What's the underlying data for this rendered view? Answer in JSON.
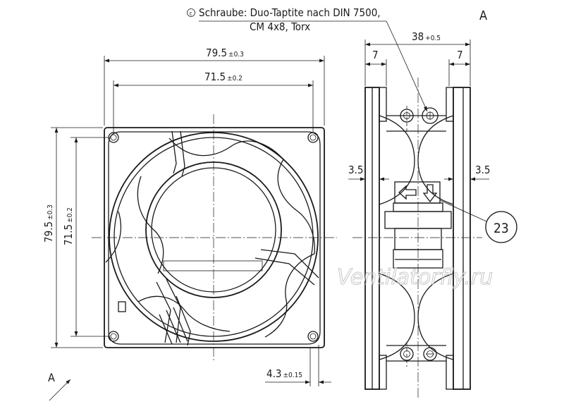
{
  "note": {
    "symbol": "c",
    "line1": "Schraube: Duo-Taptite nach DIN 7500,",
    "line2": "CM 4x8, Torx"
  },
  "view_label": "A",
  "view_arrow_label": "A",
  "dims": {
    "outer_width": "79.5",
    "outer_width_tol": "±0.3",
    "hole_width": "71.5",
    "hole_width_tol": "±0.2",
    "outer_height": "79.5",
    "outer_height_tol": "±0.3",
    "hole_height": "71.5",
    "hole_height_tol": "±0.2",
    "flange_offset": "4.3",
    "flange_offset_tol": "±0.15",
    "depth": "38",
    "depth_tol": "+0.5",
    "flange_left": "7",
    "flange_right": "7",
    "rim_left": "3.5",
    "rim_right": "3.5"
  },
  "balloon": "23",
  "watermark": "Ventilatorfly.ru"
}
